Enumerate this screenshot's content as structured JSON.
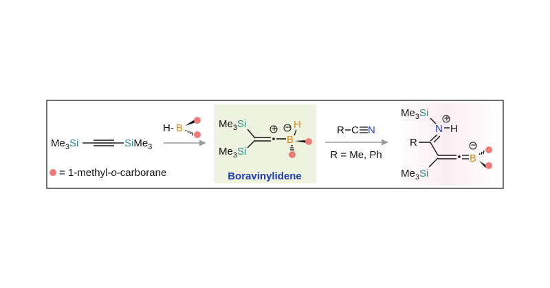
{
  "colors": {
    "border": "#222222",
    "silicon": "#2a8a8c",
    "boron": "#d9891a",
    "nitrogen": "#1f3ccf",
    "label_blue": "#1f3cb4",
    "carborane_ball": "#ef7a78",
    "arrow": "#9a9a9a",
    "highlight_green": "#eef3df",
    "highlight_pink": "#fbeef2"
  },
  "reactant": {
    "me3": "Me",
    "sub3": "3",
    "si": "Si",
    "si_right": "Si",
    "me3_right": "Me",
    "sub3_right": "3"
  },
  "legend": {
    "text": "= 1-methyl-",
    "italic": "o",
    "text2": "-carborane"
  },
  "borane": {
    "h": "H",
    "dash": "-",
    "b": "B"
  },
  "intermediate": {
    "me3_top": "Me",
    "sub_top": "3",
    "si_top": "Si",
    "me3_bottom": "Me",
    "sub_bottom": "3",
    "si_bottom": "Si",
    "plus": "+",
    "minus": "−",
    "b": "B",
    "h": "H",
    "label": "Boravinylidene"
  },
  "reagent": {
    "r": "R",
    "c": "C",
    "n": "N",
    "conditions": "R = Me, Ph"
  },
  "product": {
    "me3_top": "Me",
    "sub_top": "3",
    "si_top": "Si",
    "plus": "+",
    "n": "N",
    "h": "H",
    "r": "R",
    "me3_bottom": "Me",
    "sub_bottom": "3",
    "si_bottom": "Si",
    "minus": "−",
    "b": "B"
  }
}
